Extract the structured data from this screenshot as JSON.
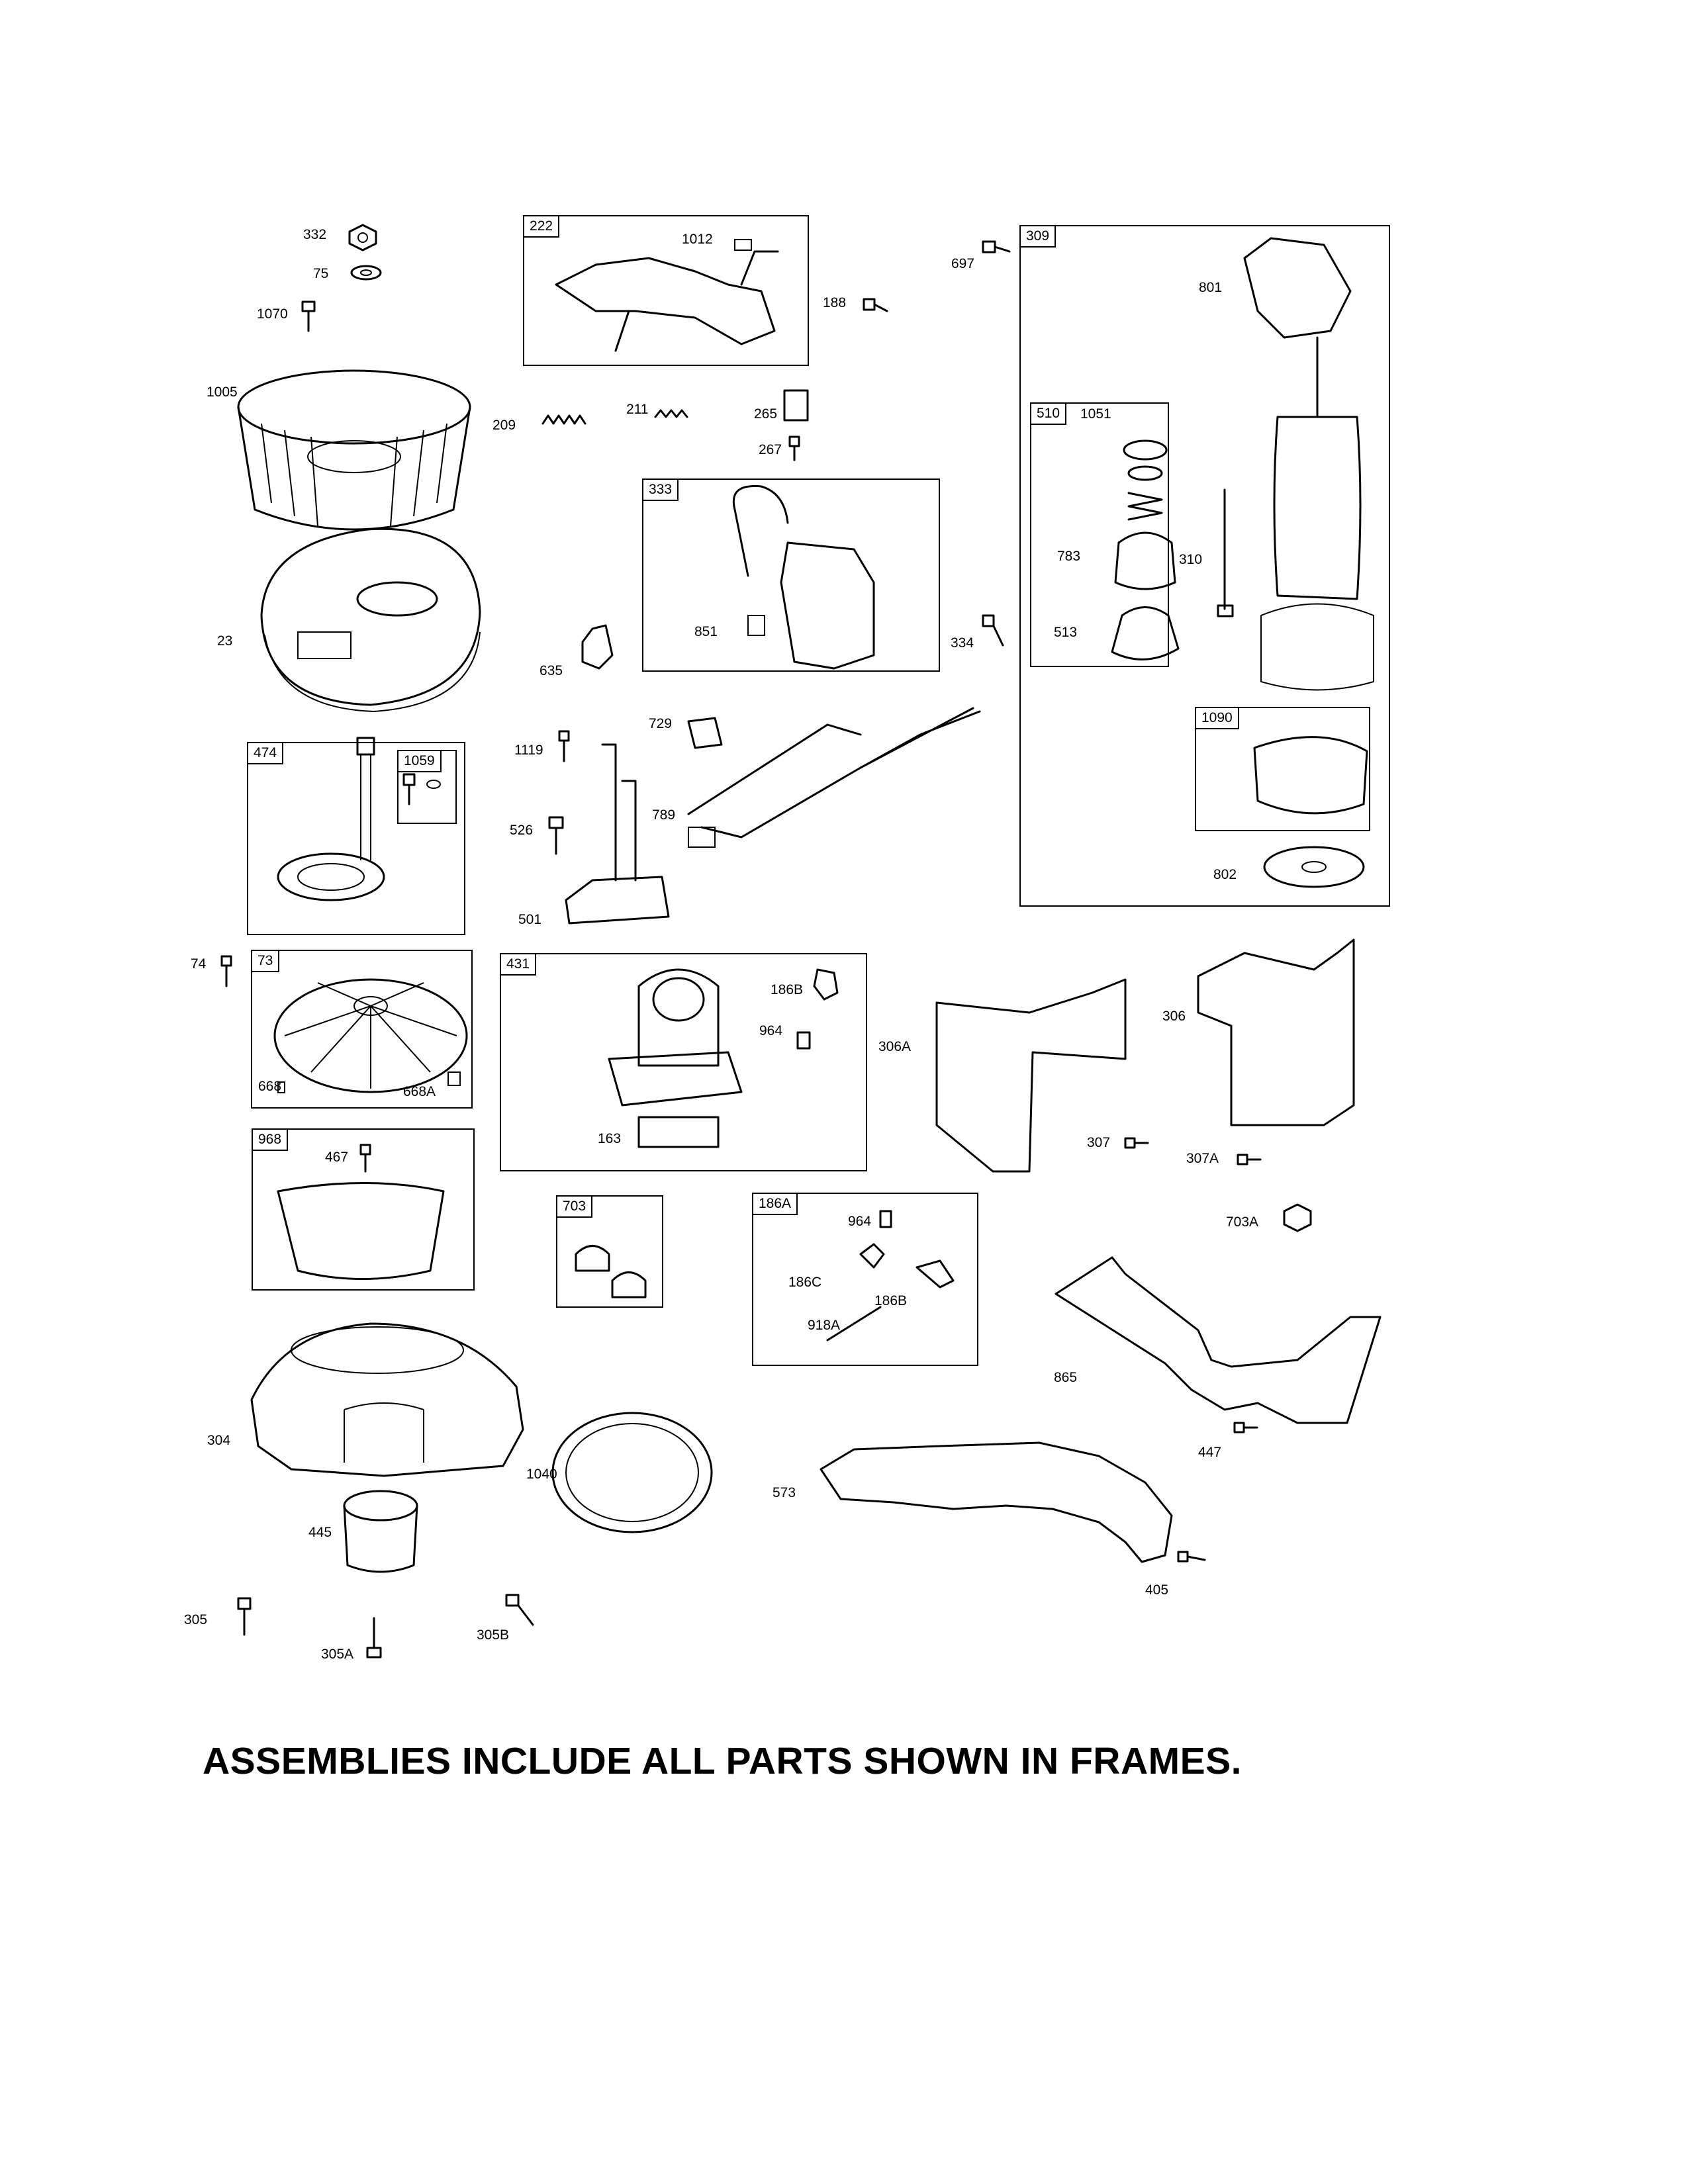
{
  "footer_note": "ASSEMBLIES INCLUDE ALL PARTS SHOWN IN FRAMES.",
  "frames": [
    {
      "id": "222"
    },
    {
      "id": "309"
    },
    {
      "id": "510"
    },
    {
      "id": "333"
    },
    {
      "id": "1090"
    },
    {
      "id": "474"
    },
    {
      "id": "1059"
    },
    {
      "id": "73"
    },
    {
      "id": "431"
    },
    {
      "id": "968"
    },
    {
      "id": "703"
    },
    {
      "id": "186A"
    }
  ],
  "callouts": [
    "332",
    "75",
    "1070",
    "1012",
    "188",
    "697",
    "801",
    "1005",
    "209",
    "211",
    "265",
    "267",
    "1051",
    "783",
    "310",
    "513",
    "851",
    "334",
    "23",
    "635",
    "729",
    "1119",
    "526",
    "501",
    "789",
    "802",
    "74",
    "186B",
    "964",
    "306A",
    "306",
    "668",
    "668A",
    "163",
    "467",
    "307",
    "307A",
    "703A",
    "964",
    "186C",
    "186B",
    "918A",
    "865",
    "447",
    "304",
    "1040",
    "573",
    "445",
    "405",
    "305",
    "305A",
    "305B"
  ]
}
